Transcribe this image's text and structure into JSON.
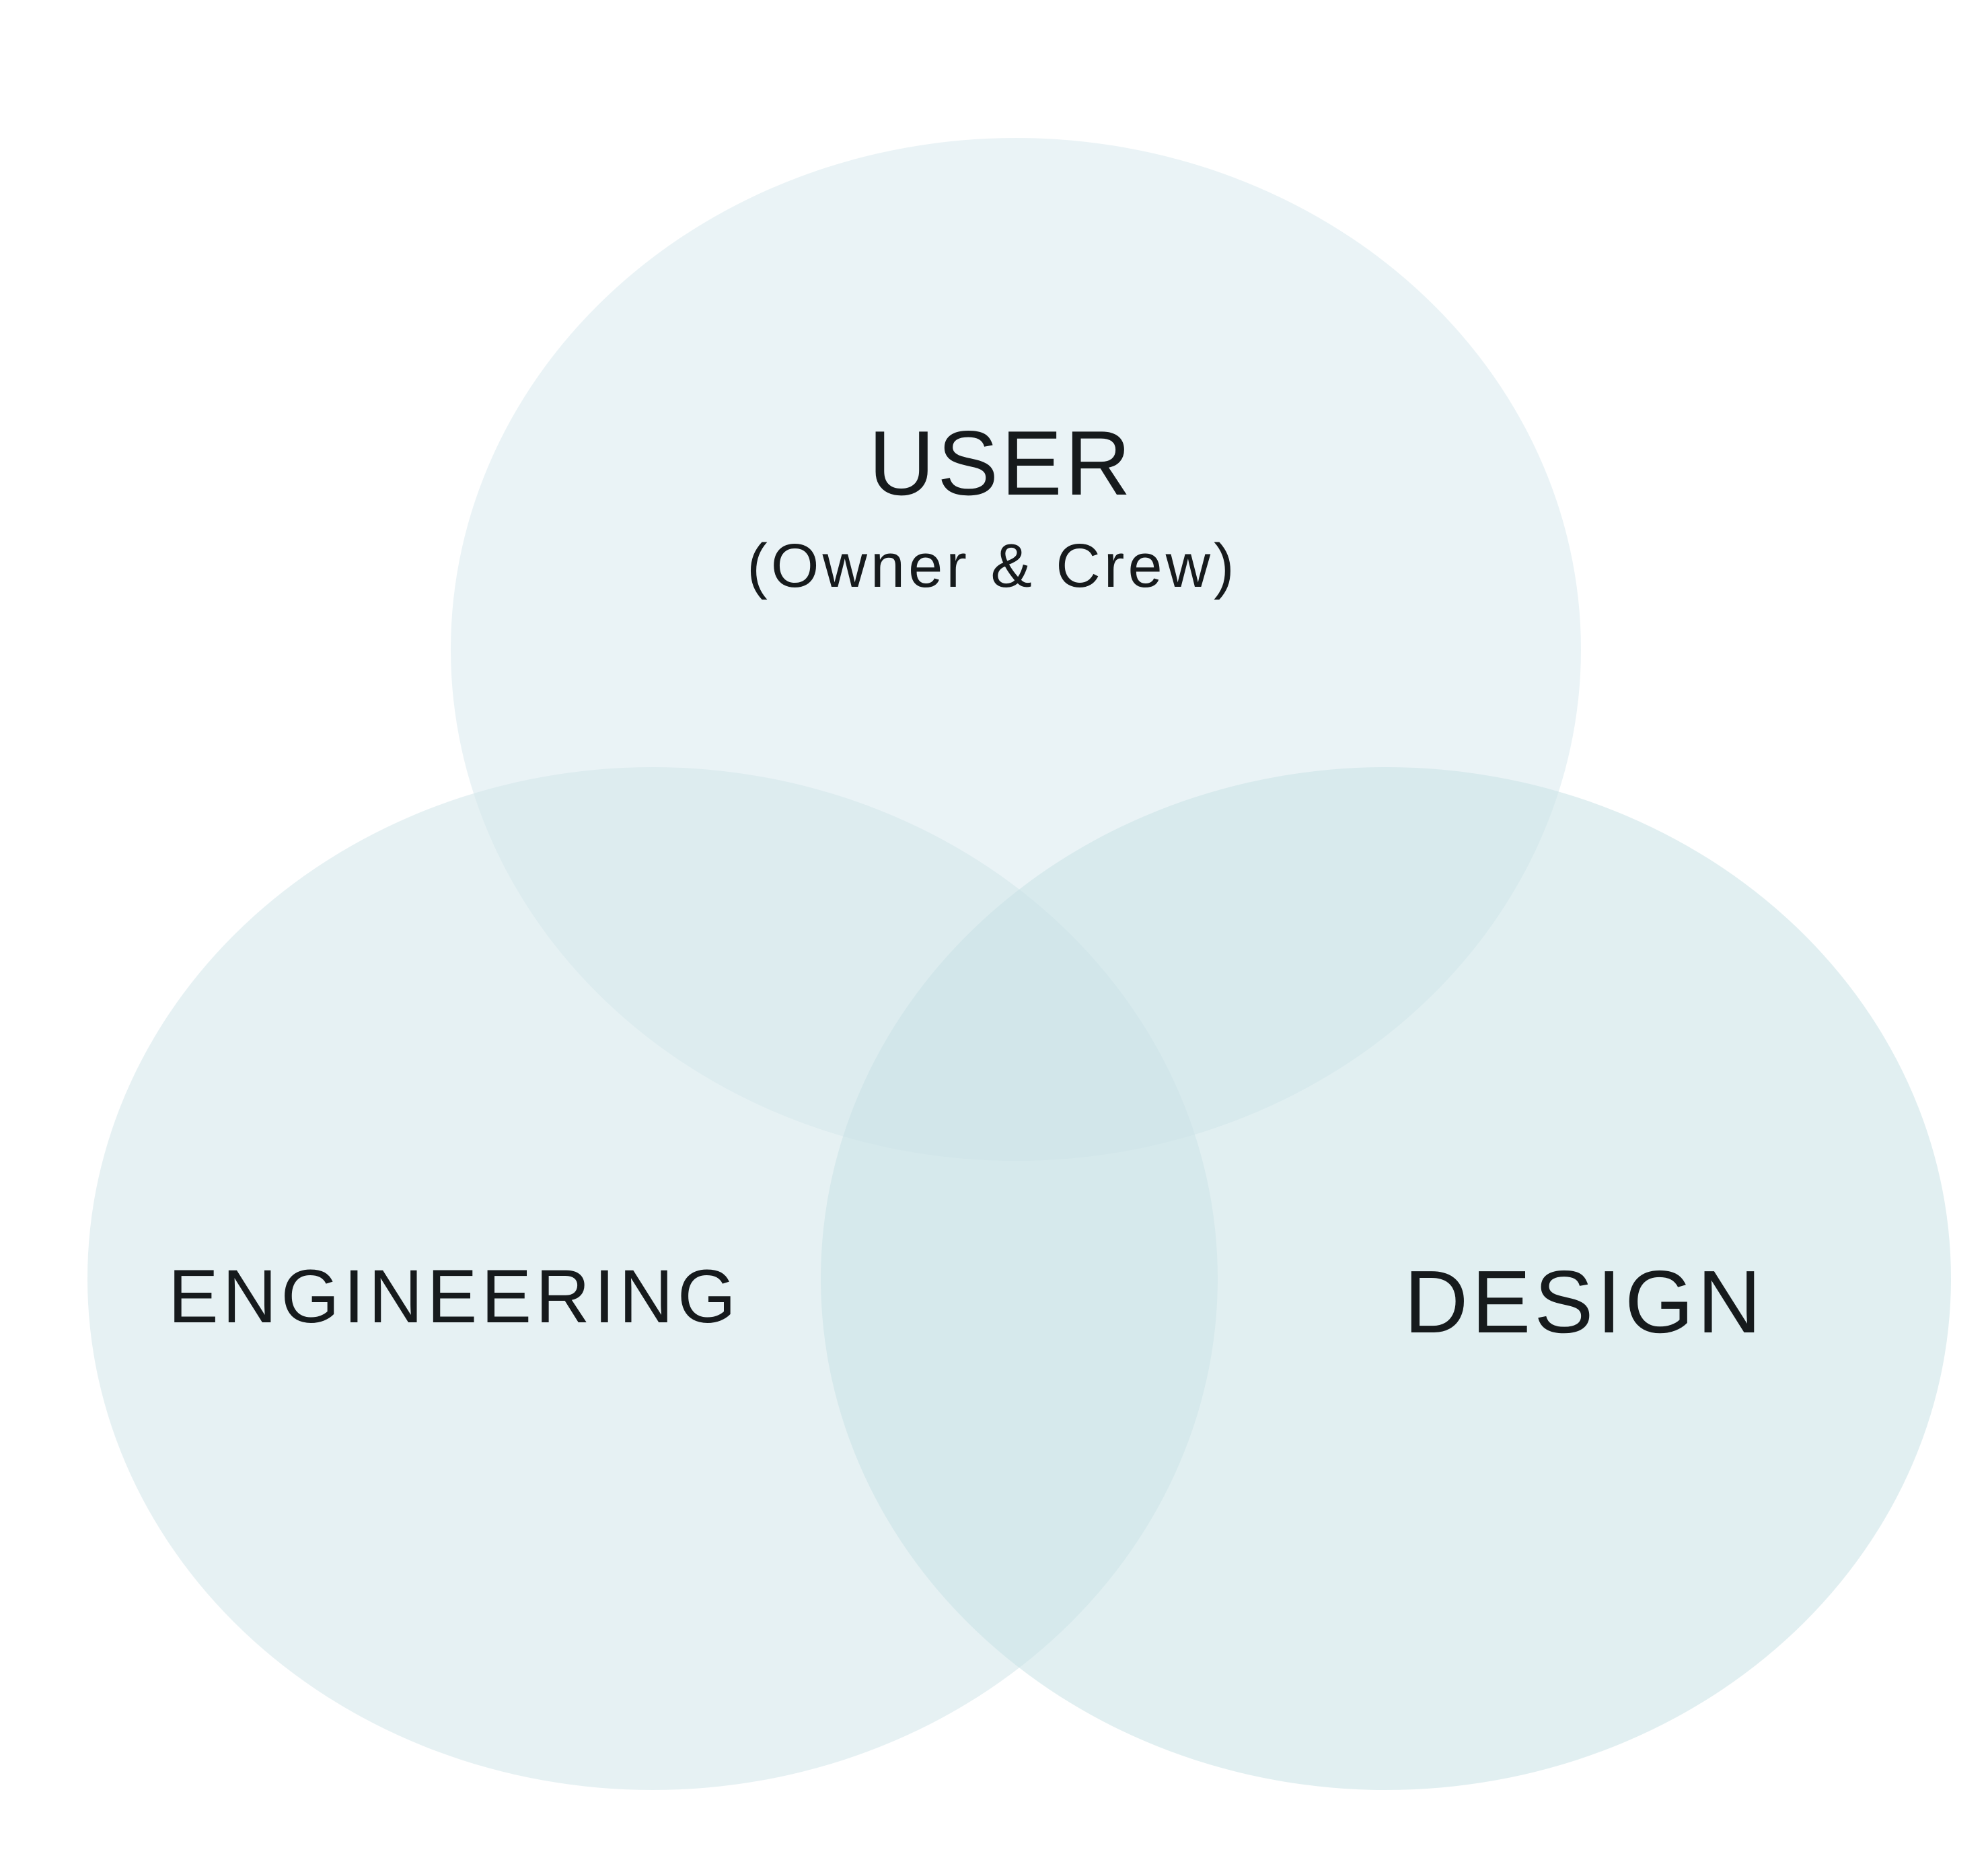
{
  "diagram": {
    "type": "venn",
    "sets": [
      {
        "id": "user",
        "label": "USER",
        "sublabel": "(Owner & Crew)",
        "color": "#d9eaee"
      },
      {
        "id": "engineering",
        "label": "ENGINEERING",
        "color": "#d2e5ea"
      },
      {
        "id": "design",
        "label": "DESIGN",
        "color": "#c9e1e5"
      }
    ],
    "background_color": "#ffffff",
    "text_color": "#161a1c"
  }
}
